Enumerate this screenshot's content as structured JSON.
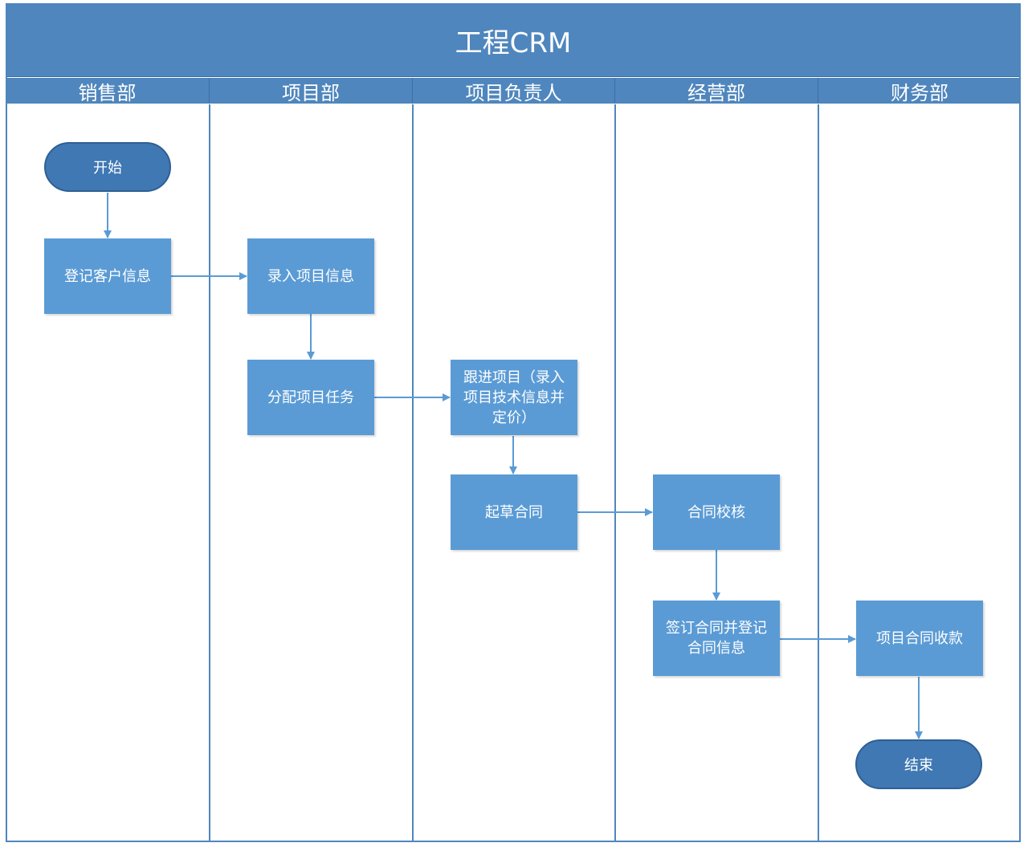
{
  "title": "工程CRM",
  "lanes": [
    "销售部",
    "项目部",
    "项目负责人",
    "经营部",
    "财务部"
  ],
  "nodes": {
    "start": "开始",
    "register_customer": "登记客户信息",
    "enter_project": "录入项目信息",
    "assign_task": "分配项目任务",
    "follow_project": "跟进项目（录入项目技术信息并定价）",
    "draft_contract": "起草合同",
    "contract_review": "合同校核",
    "sign_contract": "签订合同并登记合同信息",
    "collect_payment": "项目合同收款",
    "end": "结束"
  },
  "colors": {
    "header": "#4f86bd",
    "process": "#5b9bd5",
    "terminal": "#3f78b3",
    "connector": "#5b9bd5"
  }
}
